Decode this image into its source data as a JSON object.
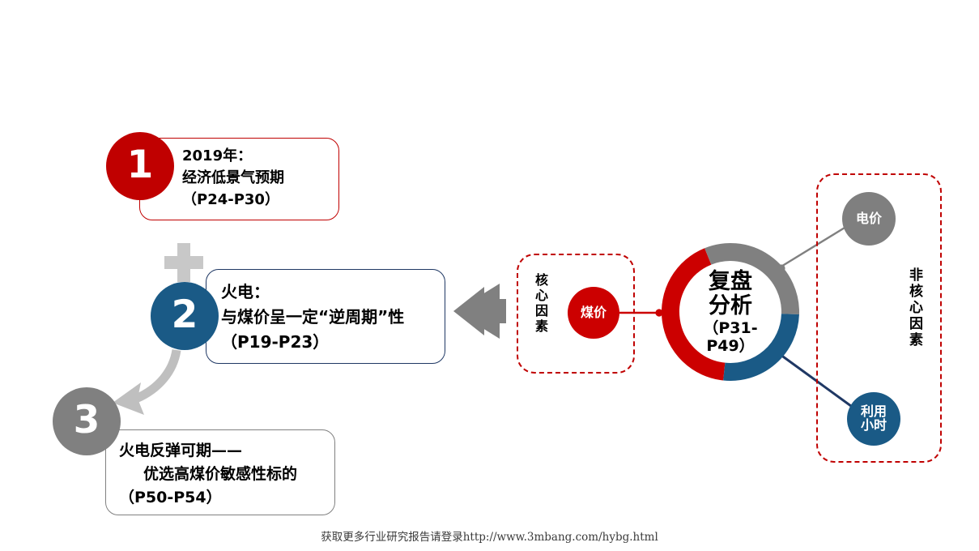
{
  "slide": {
    "steps": [
      {
        "number": "1",
        "color": "#C00000",
        "lines": [
          "2019年：",
          "经济低景气预期",
          "（P24-P30）"
        ]
      },
      {
        "number": "2",
        "color": "#1A5A86",
        "lines": [
          "火电：",
          "与煤价呈一定“逆周期”性",
          "（P19-P23）"
        ]
      },
      {
        "number": "3",
        "color": "#808080",
        "lines": [
          "火电反弹可期——",
          "优选高煤价敏感性标的",
          "（P50-P54）"
        ]
      }
    ],
    "connector": {
      "plus_symbol": "+",
      "arrow_left": "left-block-arrow",
      "arrow_curved": "curved-arrow"
    },
    "donut": {
      "title_line1": "复盘",
      "title_line2": "分析",
      "subtitle": "（P31-P49）",
      "segments": [
        {
          "label": "煤价",
          "color": "#CC0000",
          "start_deg": 186,
          "end_deg": 338
        },
        {
          "label": "电价",
          "color": "#808080",
          "start_deg": 338,
          "end_deg": 92
        },
        {
          "label": "利用小时",
          "color": "#1A5A86",
          "start_deg": 92,
          "end_deg": 186
        }
      ]
    },
    "groups": [
      {
        "label": "核心因素",
        "border_color": "#C00000",
        "nodes": [
          "煤价"
        ]
      },
      {
        "label": "非核心因素",
        "border_color": "#C00000",
        "nodes": [
          "电价",
          "利用小时"
        ]
      }
    ],
    "nodes": {
      "coal_price": "煤价",
      "electricity_price": "电价",
      "utilization_hours": "利用\n小时",
      "utilization_hours_l1": "利用",
      "utilization_hours_l2": "小时"
    },
    "footer": "获取更多行业研究报告请登录http://www.3mbang.com/hybg.html"
  }
}
